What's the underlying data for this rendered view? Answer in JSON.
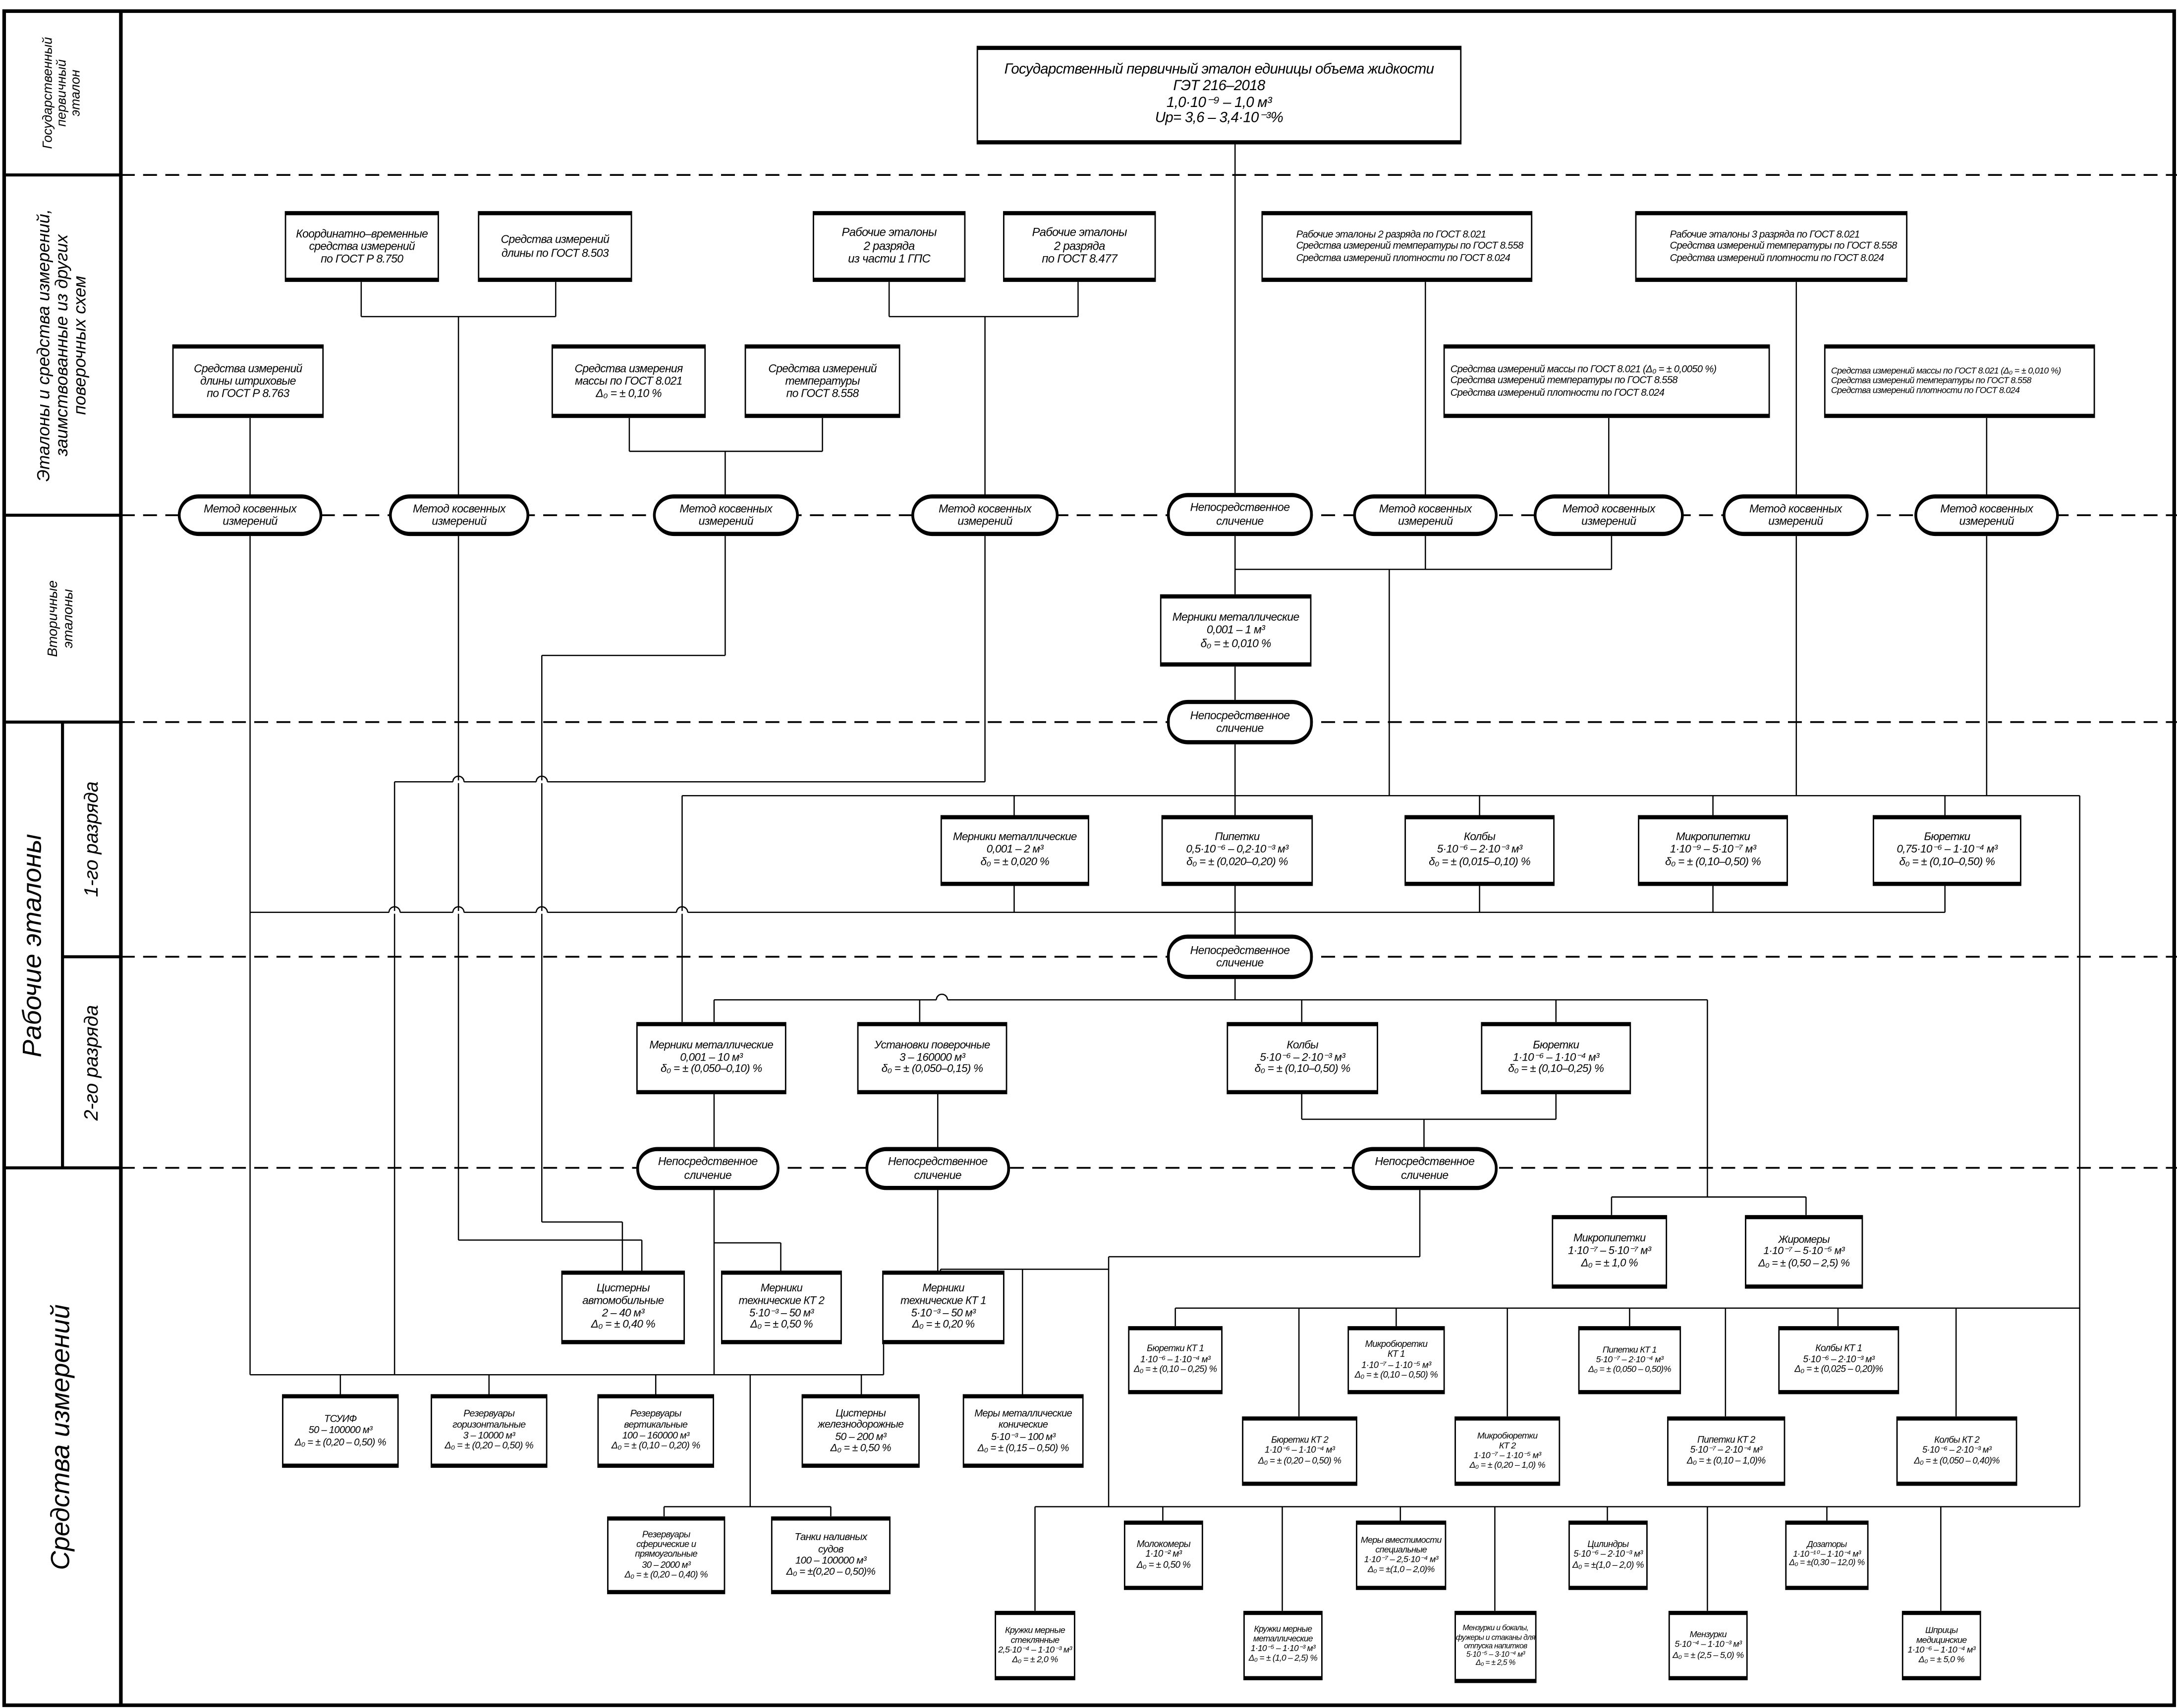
{
  "left_labels": {
    "primary": [
      "Государственный",
      "первичный",
      "эталон"
    ],
    "borrowed": [
      "Эталоны и средства измерений,",
      "заимствованные из других",
      "поверочных схем"
    ],
    "secondary": [
      "Вторичные",
      "эталоны"
    ],
    "working": [
      "Рабочие эталоны"
    ],
    "rank1": [
      "1-го разряда"
    ],
    "rank2": [
      "2-го разряда"
    ],
    "instruments": [
      "Средства измерений"
    ]
  },
  "boxes": [
    {
      "id": "primary",
      "lines": [
        "Государственный первичный эталон единицы объема жидкости",
        "ГЭТ 216–2018",
        "1,0·10⁻⁹ – 1,0 м³",
        "Up= 3,6 – 3,4·10⁻³%"
      ]
    },
    {
      "id": "b1",
      "lines": [
        "Координатно–временные",
        "средства измерений",
        "по ГОСТ Р 8.750"
      ]
    },
    {
      "id": "b2",
      "lines": [
        "Средства измерений",
        "длины по ГОСТ 8.503"
      ]
    },
    {
      "id": "b3",
      "lines": [
        "Рабочие эталоны",
        "2 разряда",
        "из части 1 ГПС"
      ]
    },
    {
      "id": "b4",
      "lines": [
        "Рабочие эталоны",
        "2 разряда",
        "по ГОСТ 8.477"
      ]
    },
    {
      "id": "b5",
      "lines": [
        "Рабочие эталоны 2 разряда по ГОСТ 8.021",
        "Средства измерений температуры по ГОСТ 8.558",
        "Средства измерений плотности по ГОСТ 8.024"
      ]
    },
    {
      "id": "b6",
      "lines": [
        "Рабочие эталоны 3 разряда по ГОСТ 8.021",
        "Средства измерений температуры по ГОСТ 8.558",
        "Средства измерений плотности по ГОСТ 8.024"
      ]
    },
    {
      "id": "b7",
      "lines": [
        "Средства измерений",
        "длины штриховые",
        "по ГОСТ Р 8.763"
      ]
    },
    {
      "id": "b8",
      "lines": [
        "Средства измерения",
        "массы по ГОСТ 8.021",
        "Δ₀ = ± 0,10 %"
      ]
    },
    {
      "id": "b9",
      "lines": [
        "Средства измерений",
        "температуры",
        "по ГОСТ 8.558"
      ]
    },
    {
      "id": "b10",
      "lines": [
        "Средства измерений массы по ГОСТ 8.021 (Δ₀ = ± 0,0050 %)",
        "Средства измерений температуры по ГОСТ 8.558",
        "Средства измерений плотности по ГОСТ 8.024"
      ]
    },
    {
      "id": "b11",
      "lines": [
        "Средства измерений массы по ГОСТ 8.021 (Δ₀ = ± 0,010 %)",
        "Средства измерений температуры по ГОСТ 8.558",
        "Средства измерений плотности по ГОСТ 8.024"
      ]
    },
    {
      "id": "sec",
      "lines": [
        "Мерники металлические",
        "0,001 – 1 м³",
        "δ₀ = ± 0,010 %"
      ]
    },
    {
      "id": "r1",
      "lines": [
        "Мерники металлические",
        "0,001 – 2 м³",
        "δ₀ = ± 0,020 %"
      ]
    },
    {
      "id": "r2",
      "lines": [
        "Пипетки",
        "0,5·10⁻⁶ – 0,2·10⁻³ м³",
        "δ₀ = ± (0,020–0,20) %"
      ]
    },
    {
      "id": "r3",
      "lines": [
        "Колбы",
        "5·10⁻⁶ – 2·10⁻³ м³",
        "δ₀ = ± (0,015–0,10) %"
      ]
    },
    {
      "id": "r4",
      "lines": [
        "Микропипетки",
        "1·10⁻⁹ – 5·10⁻⁷ м³",
        "δ₀ = ± (0,10–0,50) %"
      ]
    },
    {
      "id": "r5",
      "lines": [
        "Бюретки",
        "0,75·10⁻⁶ – 1·10⁻⁴ м³",
        "δ₀ = ± (0,10–0,50) %"
      ]
    },
    {
      "id": "s1",
      "lines": [
        "Мерники металлические",
        "0,001 – 10 м³",
        "δ₀ = ± (0,050–0,10) %"
      ]
    },
    {
      "id": "s2",
      "lines": [
        "Установки поверочные",
        "3 – 160000 м³",
        "δ₀ = ± (0,050–0,15) %"
      ]
    },
    {
      "id": "s3",
      "lines": [
        "Колбы",
        "5·10⁻⁶ – 2·10⁻³ м³",
        "δ₀ = ± (0,10–0,50) %"
      ]
    },
    {
      "id": "s4",
      "lines": [
        "Бюретки",
        "1·10⁻⁶ – 1·10⁻⁴ м³",
        "δ₀ = ± (0,10–0,25) %"
      ]
    },
    {
      "id": "m1",
      "lines": [
        "Цистерны",
        "автомобильные",
        "2 – 40 м³",
        "Δ₀ = ± 0,40 %"
      ]
    },
    {
      "id": "m2",
      "lines": [
        "Мерники",
        "технические КТ 2",
        "5·10⁻³ – 50 м³",
        "Δ₀ = ± 0,50 %"
      ]
    },
    {
      "id": "m3",
      "lines": [
        "Мерники",
        "технические КТ 1",
        "5·10⁻³ – 50 м³",
        "Δ₀ = ± 0,20 %"
      ]
    },
    {
      "id": "m4",
      "lines": [
        "Микропипетки",
        "1·10⁻⁷ – 5·10⁻⁷ м³",
        "Δ₀ = ± 1,0 %"
      ]
    },
    {
      "id": "m5",
      "lines": [
        "Жиромеры",
        "1·10⁻⁷ – 5·10⁻⁵ м³",
        "Δ₀ = ± (0,50 – 2,5) %"
      ]
    },
    {
      "id": "m6",
      "lines": [
        "ТСУИФ",
        "50 – 100000 м³",
        "Δ₀ = ± (0,20 – 0,50) %"
      ]
    },
    {
      "id": "m7",
      "lines": [
        "Резервуары",
        "горизонтальные",
        "3 – 10000 м³",
        "Δ₀ = ± (0,20 – 0,50) %"
      ]
    },
    {
      "id": "m8",
      "lines": [
        "Резервуары",
        "вертикальные",
        "100 – 160000 м³",
        "Δ₀ = ± (0,10 – 0,20) %"
      ]
    },
    {
      "id": "m9",
      "lines": [
        "Цистерны",
        "железнодорожные",
        "50 – 200 м³",
        "Δ₀ = ± 0,50 %"
      ]
    },
    {
      "id": "m10",
      "lines": [
        "Меры металлические",
        "конические",
        "5·10⁻³ – 100 м³",
        "Δ₀ = ± (0,15 – 0,50) %"
      ]
    },
    {
      "id": "m11",
      "lines": [
        "Резервуары",
        "сферические и",
        "прямоугольные",
        "30 – 2000 м³",
        "Δ₀ = ± (0,20 – 0,40) %"
      ]
    },
    {
      "id": "m12",
      "lines": [
        "Танки наливных",
        "судов",
        "100 – 100000 м³",
        "Δ₀ = ±(0,20 – 0,50)%"
      ]
    },
    {
      "id": "k1",
      "lines": [
        "Бюретки КТ 1",
        "1·10⁻⁶ – 1·10⁻⁴ м³",
        "Δ₀ = ± (0,10 – 0,25) %"
      ]
    },
    {
      "id": "k2",
      "lines": [
        "Микробюретки",
        "КТ 1",
        "1·10⁻⁷ – 1·10⁻⁵ м³",
        "Δ₀ = ± (0,10 – 0,50) %"
      ]
    },
    {
      "id": "k3",
      "lines": [
        "Пипетки КТ 1",
        "5·10⁻⁷ – 2·10⁻⁴ м³",
        "Δ₀ = ± (0,050 – 0,50)%"
      ]
    },
    {
      "id": "k4",
      "lines": [
        "Колбы КТ 1",
        "5·10⁻⁶ – 2·10⁻³ м³",
        "Δ₀ = ± (0,025 – 0,20)%"
      ]
    },
    {
      "id": "k5",
      "lines": [
        "Бюретки КТ 2",
        "1·10⁻⁶ – 1·10⁻⁴ м³",
        "Δ₀ = ± (0,20 – 0,50) %"
      ]
    },
    {
      "id": "k6",
      "lines": [
        "Микробюретки",
        "КТ 2",
        "1·10⁻⁷ – 1·10⁻⁵ м³",
        "Δ₀ = ± (0,20 – 1,0) %"
      ]
    },
    {
      "id": "k7",
      "lines": [
        "Пипетки КТ 2",
        "5·10⁻⁷ – 2·10⁻⁴ м³",
        "Δ₀ = ± (0,10 – 1,0)%"
      ]
    },
    {
      "id": "k8",
      "lines": [
        "Колбы КТ 2",
        "5·10⁻⁶ – 2·10⁻³ м³",
        "Δ₀ = ± (0,050 – 0,40)%"
      ]
    },
    {
      "id": "l1",
      "lines": [
        "Молокомеры",
        "1·10⁻² м³",
        "Δ₀ = ± 0,50 %"
      ]
    },
    {
      "id": "l2",
      "lines": [
        "Меры вместимости",
        "специальные",
        "1·10⁻⁷ – 2,5·10⁻⁴ м³",
        "Δ₀ = ±(1,0 – 2,0)%"
      ]
    },
    {
      "id": "l3",
      "lines": [
        "Цилиндры",
        "5·10⁻⁶ – 2·10⁻³ м³",
        "Δ₀ = ±(1,0 – 2,0) %"
      ]
    },
    {
      "id": "l4",
      "lines": [
        "Дозаторы",
        "1·10⁻¹⁰ – 1·10⁻⁴ м³",
        "Δ₀ = ±(0,30 – 12,0) %"
      ]
    },
    {
      "id": "l5",
      "lines": [
        "Кружки мерные",
        "стеклянные",
        "2,5·10⁻⁴ – 1·10⁻³ м³",
        "Δ₀ = ± 2,0 %"
      ]
    },
    {
      "id": "l6",
      "lines": [
        "Кружки мерные",
        "металлические",
        "1·10⁻⁵ – 1·10⁻³ м³",
        "Δ₀ = ± (1,0 – 2,5) %"
      ]
    },
    {
      "id": "l7",
      "lines": [
        "Мензурки и бокалы,",
        "фужеры и стаканы для",
        "отпуска напитков",
        "5·10⁻⁵ – 3·10⁻⁴ м³",
        "Δ₀ = ± 2,5 %"
      ]
    },
    {
      "id": "l8",
      "lines": [
        "Мензурки",
        "5·10⁻⁴ – 1·10⁻³ м³",
        "Δ₀ = ± (2,5 – 5,0) %"
      ]
    },
    {
      "id": "l9",
      "lines": [
        "Шприцы",
        "медицинские",
        "1·10⁻⁶ – 1·10⁻⁴ м³",
        "Δ₀ = ± 5,0 %"
      ]
    }
  ],
  "methods": [
    {
      "id": "o1",
      "lines": [
        "Метод косвенных",
        "измерений"
      ]
    },
    {
      "id": "o2",
      "lines": [
        "Метод косвенных",
        "измерений"
      ]
    },
    {
      "id": "o3",
      "lines": [
        "Метод косвенных",
        "измерений"
      ]
    },
    {
      "id": "o4",
      "lines": [
        "Метод косвенных",
        "измерений"
      ]
    },
    {
      "id": "o5",
      "lines": [
        "Непосредственное",
        "сличение"
      ]
    },
    {
      "id": "o6",
      "lines": [
        "Метод косвенных",
        "измерений"
      ]
    },
    {
      "id": "o7",
      "lines": [
        "Метод косвенных",
        "измерений"
      ]
    },
    {
      "id": "o8",
      "lines": [
        "Метод косвенных",
        "измерений"
      ]
    },
    {
      "id": "o9",
      "lines": [
        "Метод косвенных",
        "измерений"
      ]
    },
    {
      "id": "o10",
      "lines": [
        "Непосредственное",
        "сличение"
      ]
    },
    {
      "id": "o11",
      "lines": [
        "Непосредственное",
        "сличение"
      ]
    },
    {
      "id": "o12",
      "lines": [
        "Непосредственное",
        "сличение"
      ]
    },
    {
      "id": "o13",
      "lines": [
        "Непосредственное",
        "сличение"
      ]
    },
    {
      "id": "o14",
      "lines": [
        "Непосредственное",
        "сличение"
      ]
    }
  ]
}
